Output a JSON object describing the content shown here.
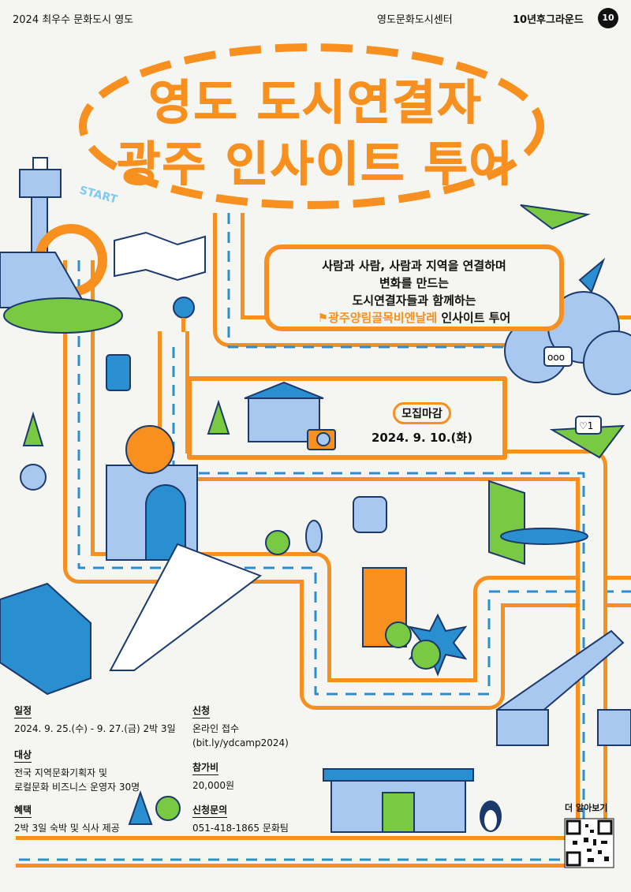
{
  "header": {
    "left_label": "2024 최우수 문화도시 영도",
    "center_label": "영도문화도시센터",
    "right_label": "10년후그라운드",
    "right_logo": "10"
  },
  "title": {
    "line1": "영도 도시연결자",
    "line2": "광주 인사이트 투어"
  },
  "start_label": "START",
  "message": {
    "line1": "사람과 사람, 사람과 지역을 연결하며",
    "line2": "변화를 만드는",
    "line3": "도시연결자들과 함께하는",
    "highlight": "광주양림골목비엔날레",
    "line4_rest": " 인사이트 투어"
  },
  "deadline": {
    "label": "모집마감",
    "date": "2024. 9. 10.(화)"
  },
  "chat_bubble": "ooo",
  "like_count": "♡1",
  "info": {
    "schedule": {
      "label": "일정",
      "value": "2024. 9. 25.(수) - 9. 27.(금) 2박 3일"
    },
    "target": {
      "label": "대상",
      "value1": "전국 지역문화기획자 및",
      "value2": "로컬문화 비즈니스 운영자 30명"
    },
    "benefit": {
      "label": "혜택",
      "value": "2박 3일 숙박 및 식사 제공"
    },
    "apply": {
      "label": "신청",
      "value1": "온라인 접수",
      "value2": "(bit.ly/ydcamp2024)"
    },
    "fee": {
      "label": "참가비",
      "value": "20,000원"
    },
    "contact": {
      "label": "신청문의",
      "value": "051-418-1865 문화팀"
    }
  },
  "more_label": "더 알아보기",
  "colors": {
    "orange": "#f7901e",
    "blue": "#2a8fd0",
    "light_blue": "#a9c8f0",
    "green": "#7ac943"
  }
}
